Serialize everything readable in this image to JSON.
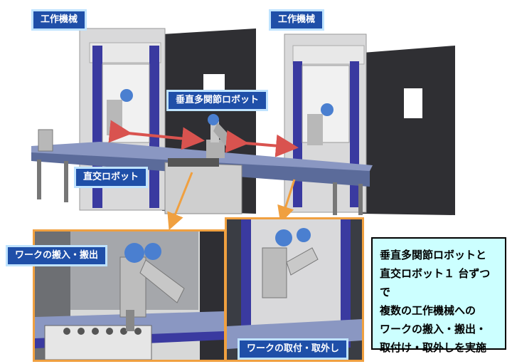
{
  "labels": {
    "machine_tool_left": "工作機械",
    "machine_tool_right": "工作機械",
    "vertical_robot": "垂直多関節ロボット",
    "cartesian_robot": "直交ロボット",
    "load_unload": "ワークの搬入・搬出",
    "attach_detach": "ワークの取付・取外し"
  },
  "note": {
    "line1": "垂直多関節ロボットと",
    "line2": "直交ロボット１ 台ずつで",
    "line3": "複数の工作機械への",
    "line4": "ワークの搬入・搬出・",
    "line5": "取付け・取外しを実施"
  },
  "colors": {
    "label_bg": "#1f4fa8",
    "label_border": "#bfe3ff",
    "note_bg": "#ccffff",
    "arrow_red": "#d9534f",
    "arrow_orange": "#f0a040",
    "machine_dark": "#2f2f33",
    "machine_light": "#d9d9da",
    "accent_blue": "#3a3aa0"
  }
}
